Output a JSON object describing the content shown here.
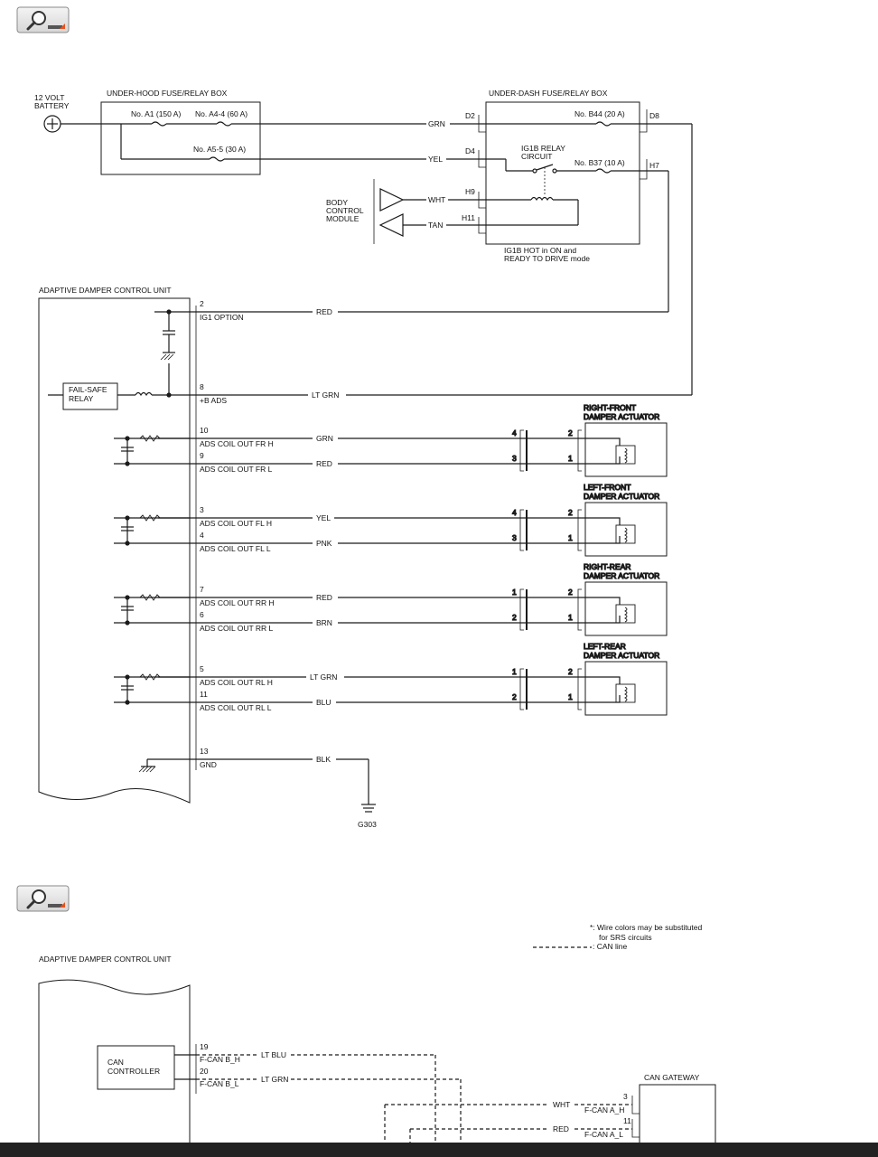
{
  "colors": {
    "line": "#1a1a1a",
    "button_bg": "#e6e6e6",
    "button_accent": "#e8511b",
    "bottom_bar": "#222222"
  },
  "icons": {
    "zoom": "magnifier-icon"
  },
  "top": {
    "battery": [
      "12 VOLT",
      "BATTERY"
    ],
    "underhood_box": "UNDER-HOOD FUSE/RELAY BOX",
    "fuse_a1": "No. A1 (150 A)",
    "fuse_a4_4": "No. A4-4 (60 A)",
    "fuse_a5_5": "No. A5-5 (30 A)",
    "underdash_box": "UNDER-DASH FUSE/RELAY BOX",
    "fuse_b44": "No. B44 (20 A)",
    "fuse_b37": "No. B37 (10 A)",
    "relay": [
      "IG1B RELAY",
      "CIRCUIT"
    ],
    "hot_note": [
      "IG1B HOT in ON and",
      "READY TO DRIVE mode"
    ],
    "bcm": [
      "BODY",
      "CONTROL",
      "MODULE"
    ],
    "term": {
      "d2": "D2",
      "d4": "D4",
      "d8": "D8",
      "h7": "H7",
      "h9": "H9",
      "h11": "H11"
    },
    "wire": {
      "grn": "GRN",
      "yel": "YEL",
      "wht": "WHT",
      "tan": "TAN"
    },
    "adcu": "ADAPTIVE DAMPER CONTROL UNIT",
    "failsafe": [
      "FAIL-SAFE",
      "RELAY"
    ],
    "pins": [
      {
        "num": "2",
        "label": "IG1 OPTION",
        "wire": "RED"
      },
      {
        "num": "8",
        "label": "+B ADS",
        "wire": "LT GRN"
      },
      {
        "num": "10",
        "label": "ADS COIL OUT FR H",
        "wire": "GRN"
      },
      {
        "num": "9",
        "label": "ADS COIL OUT FR L",
        "wire": "RED"
      },
      {
        "num": "3",
        "label": "ADS COIL OUT FL H",
        "wire": "YEL"
      },
      {
        "num": "4",
        "label": "ADS COIL OUT FL L",
        "wire": "PNK"
      },
      {
        "num": "7",
        "label": "ADS COIL OUT RR H",
        "wire": "RED"
      },
      {
        "num": "6",
        "label": "ADS COIL OUT RR L",
        "wire": "BRN"
      },
      {
        "num": "5",
        "label": "ADS COIL OUT RL H",
        "wire": "LT GRN"
      },
      {
        "num": "11",
        "label": "ADS COIL OUT RL L",
        "wire": "BLU"
      },
      {
        "num": "13",
        "label": "GND",
        "wire": "BLK"
      }
    ],
    "actuators": [
      {
        "name": [
          "RIGHT-FRONT",
          "DAMPER ACTUATOR"
        ],
        "conn_a": [
          "4",
          "3"
        ],
        "conn_b": [
          "2",
          "1"
        ]
      },
      {
        "name": [
          "LEFT-FRONT",
          "DAMPER ACTUATOR"
        ],
        "conn_a": [
          "4",
          "3"
        ],
        "conn_b": [
          "2",
          "1"
        ]
      },
      {
        "name": [
          "RIGHT-REAR",
          "DAMPER ACTUATOR"
        ],
        "conn_a": [
          "1",
          "2"
        ],
        "conn_b": [
          "2",
          "1"
        ]
      },
      {
        "name": [
          "LEFT-REAR",
          "DAMPER ACTUATOR"
        ],
        "conn_a": [
          "1",
          "2"
        ],
        "conn_b": [
          "2",
          "1"
        ]
      }
    ],
    "ground": "G303"
  },
  "bottom": {
    "note": [
      "*: Wire colors may be substituted",
      "for SRS circuits"
    ],
    "legend_can": ": CAN line",
    "adcu": "ADAPTIVE DAMPER CONTROL UNIT",
    "can_controller": [
      "CAN",
      "CONTROLLER"
    ],
    "pins": [
      {
        "num": "19",
        "label": "F-CAN B_H",
        "wire": "LT BLU"
      },
      {
        "num": "20",
        "label": "F-CAN B_L",
        "wire": "LT GRN"
      }
    ],
    "gateway": "CAN GATEWAY",
    "gateway_pins": [
      {
        "num": "3",
        "label": "F-CAN A_H",
        "wire": "WHT"
      },
      {
        "num": "11",
        "label": "F-CAN A_L",
        "wire": "RED"
      }
    ]
  }
}
